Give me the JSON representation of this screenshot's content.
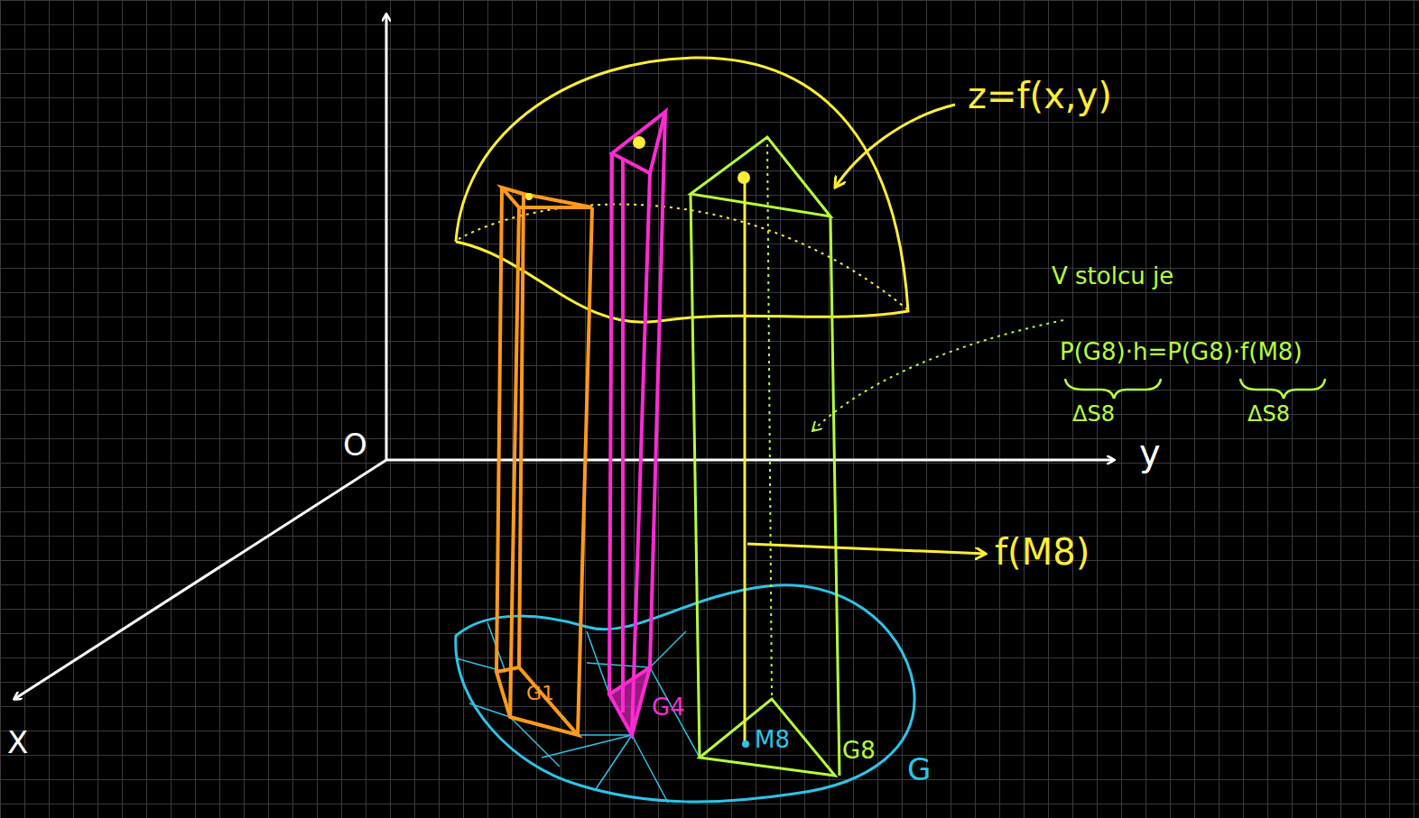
{
  "diagram": {
    "labels": [
      "z=f(x,y)",
      "V stolcu je",
      "P(G8)·h=P(G8)·f(M8)",
      "ΔS8",
      "ΔS8",
      "f(M8)",
      "O",
      "y",
      "X",
      "G1",
      "G4",
      "M8",
      "G8",
      "G"
    ]
  }
}
